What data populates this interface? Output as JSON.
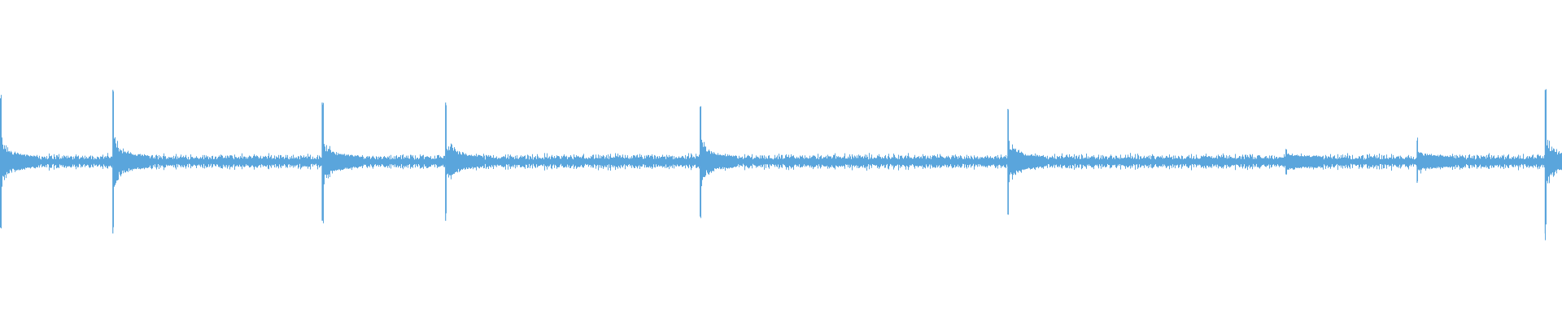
{
  "waveform": {
    "color": "#5aa5dc",
    "background": "#ffffff",
    "baseline_amplitude": 0.05,
    "transients": [
      {
        "time": 0.0,
        "peak": 0.6
      },
      {
        "time": 0.072,
        "peak": 0.68
      },
      {
        "time": 0.206,
        "peak": 0.56
      },
      {
        "time": 0.285,
        "peak": 0.56
      },
      {
        "time": 0.448,
        "peak": 0.52
      },
      {
        "time": 0.645,
        "peak": 0.5
      },
      {
        "time": 0.823,
        "peak": 0.12
      },
      {
        "time": 0.907,
        "peak": 0.2
      },
      {
        "time": 0.989,
        "peak": 0.68
      }
    ]
  }
}
